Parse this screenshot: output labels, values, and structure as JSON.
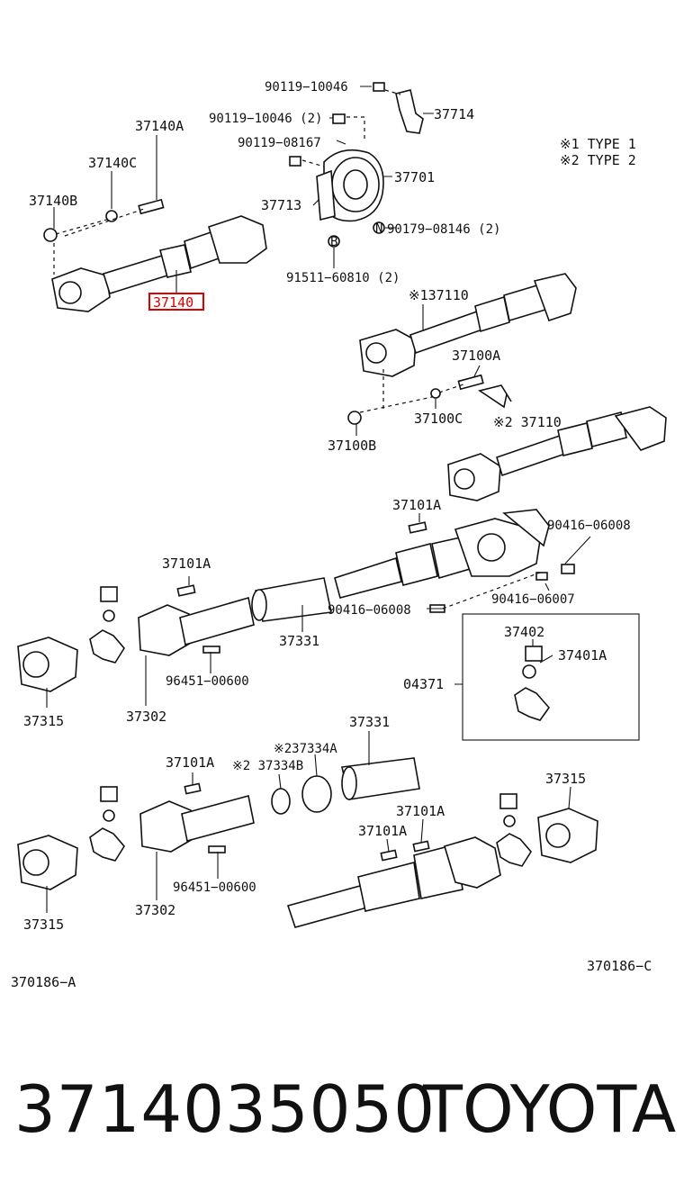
{
  "diagram": {
    "labels": {
      "p90119_10046_a": "90119−10046",
      "p37714": "37714",
      "p90119_10046_b": "90119−10046 (2)",
      "p90119_08167": "90119−08167",
      "p37701": "37701",
      "p37713": "37713",
      "p90179": "90179−08146 (2)",
      "p91511": "91511−60810 (2)",
      "p37140A": "37140A",
      "p37140C": "37140C",
      "p37140B": "37140B",
      "p37140": "37140",
      "p37110_1": "※137110",
      "p37100A": "37100A",
      "p37100C": "37100C",
      "p37100B": "37100B",
      "p37110_2": "※2 37110",
      "p37101A_a": "37101A",
      "p90416_a": "90416−06008",
      "p37101A_b": "37101A",
      "p90416_b": "90416−06008",
      "p90416_c": "90416−06007",
      "p37331_a": "37331",
      "p37402": "37402",
      "p37401A": "37401A",
      "p04371": "04371",
      "p96451_a": "96451−00600",
      "p37315_a": "37315",
      "p37302_a": "37302",
      "p37331_b": "37331",
      "p37334A": "※237334A",
      "p37101A_c": "37101A",
      "p37334B": "※2 37334B",
      "p37315_b": "37315",
      "p37101A_d": "37101A",
      "p37101A_e": "37101A",
      "p96451_b": "96451−00600",
      "p37315_c": "37315",
      "p37302_b": "37302",
      "ref_c": "370186−C",
      "ref_a": "370186−A"
    },
    "callouts": {
      "circle_n": "N",
      "circle_b": "B"
    },
    "legend": {
      "type1": "※1 TYPE  1",
      "type2": "※2 TYPE  2"
    },
    "highlight_color": "#dd0000"
  },
  "footer": {
    "part_number": "3714035050",
    "brand": "TOYOTA"
  }
}
